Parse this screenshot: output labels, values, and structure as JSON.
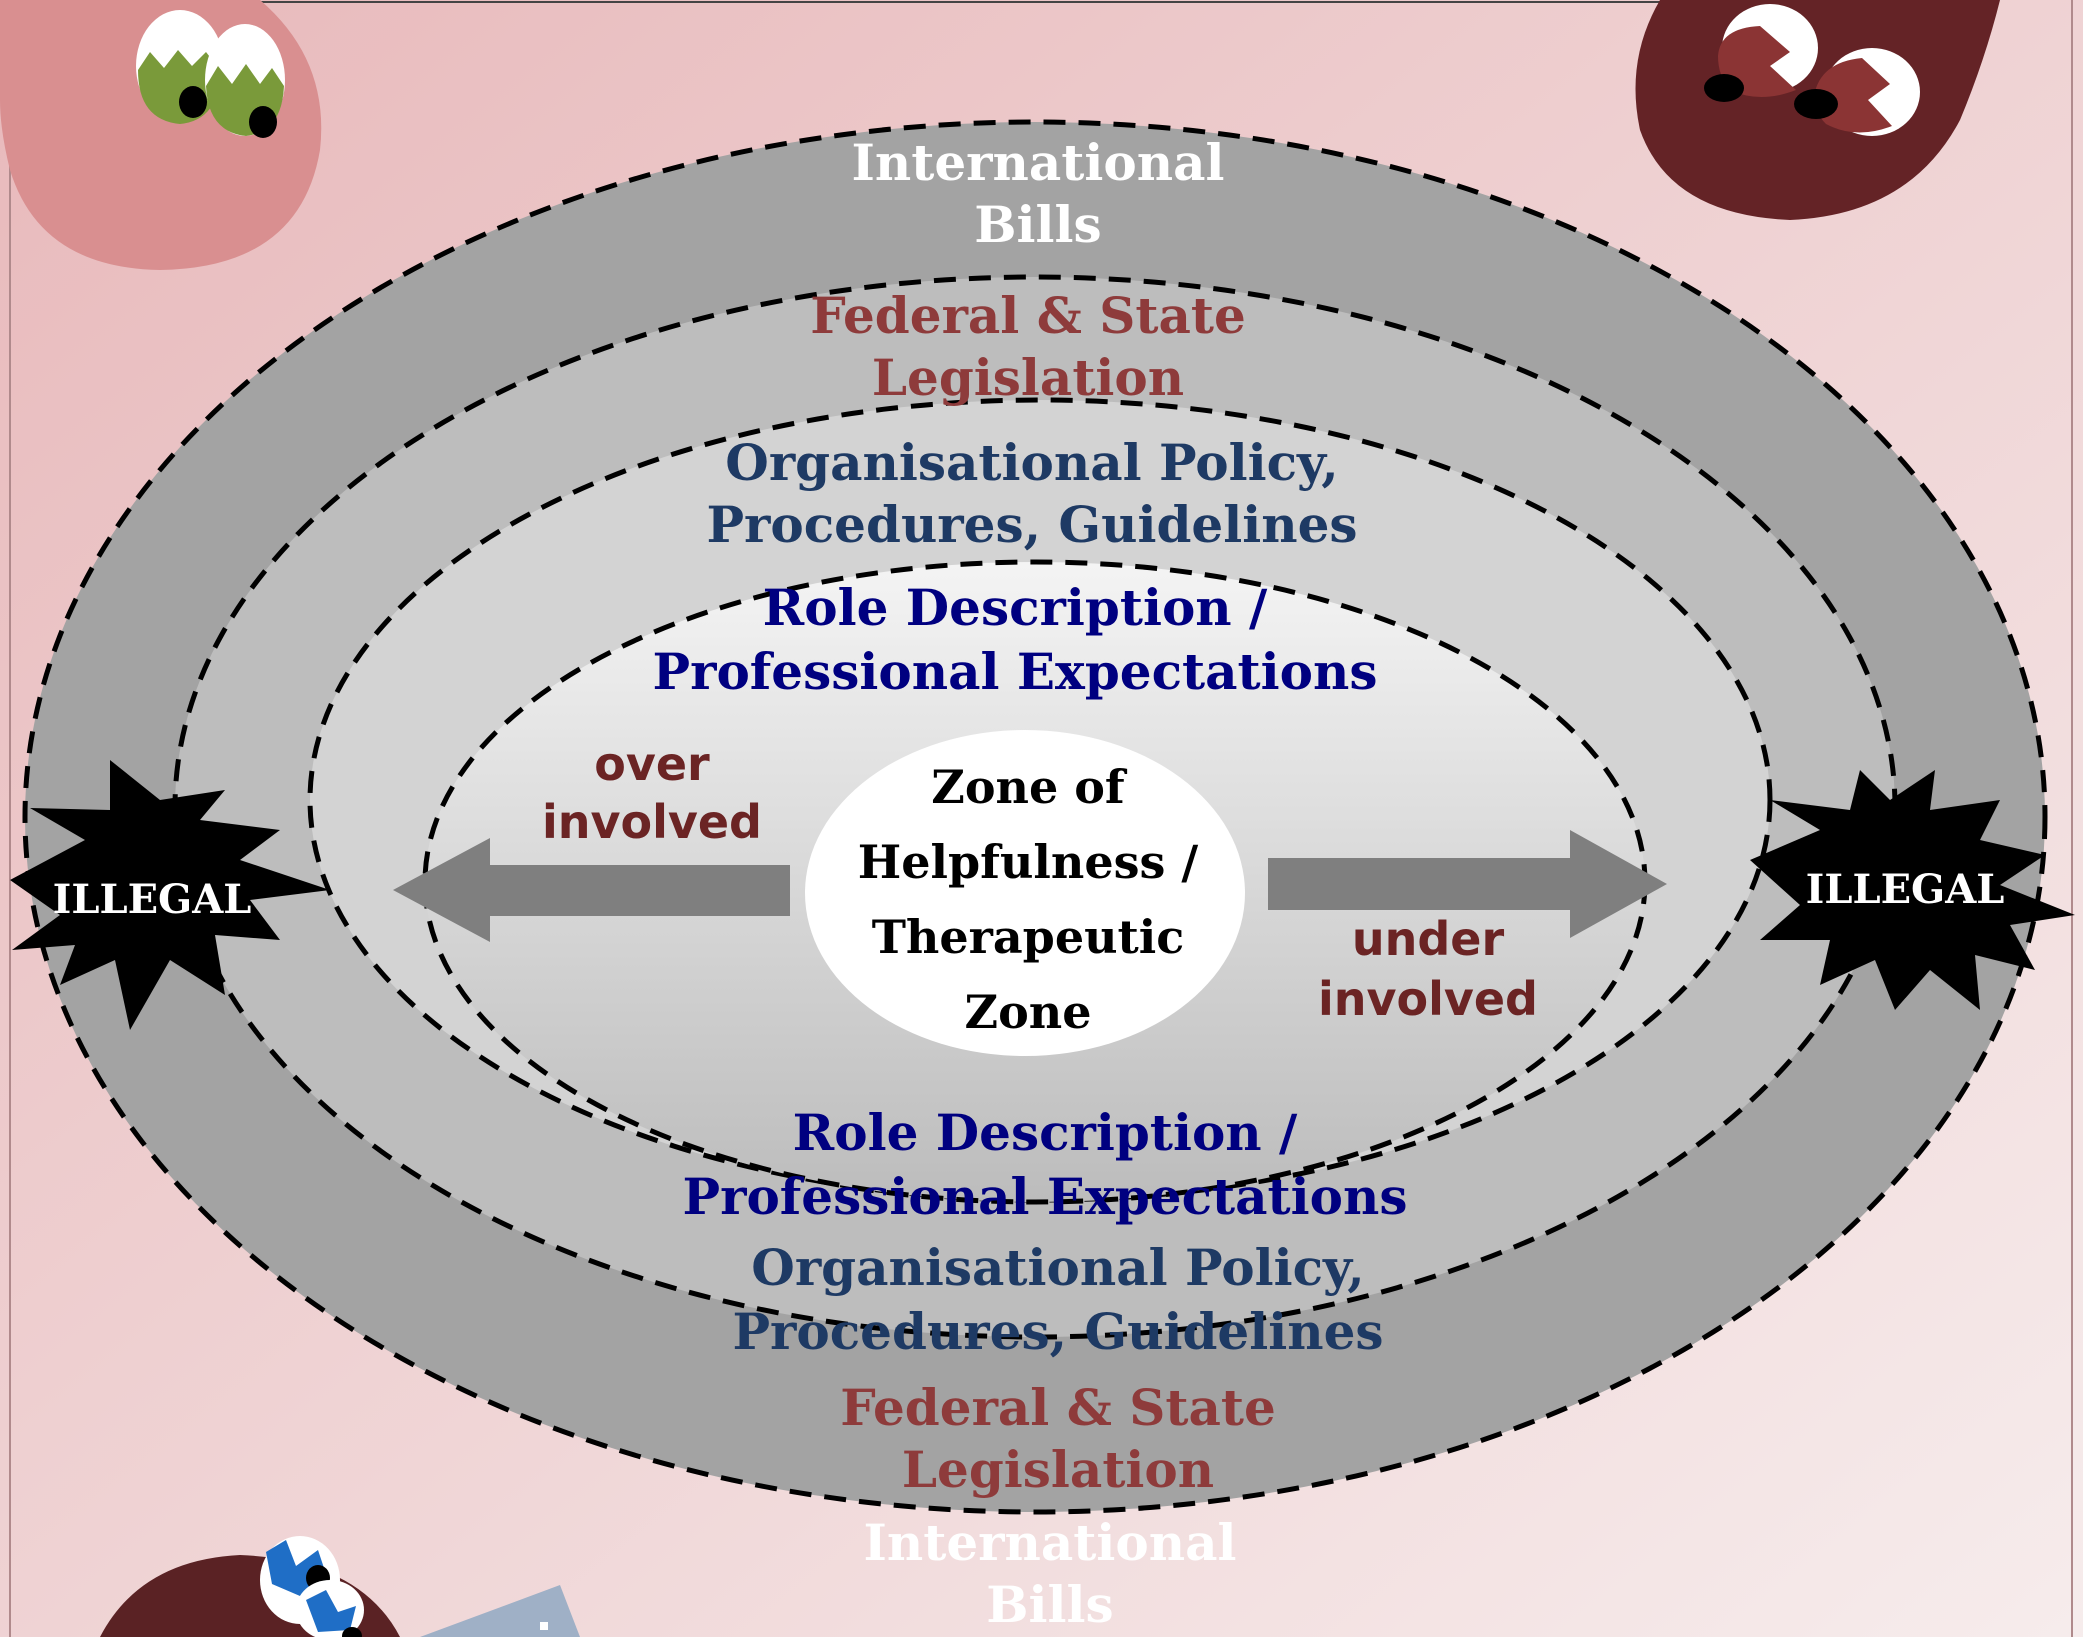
{
  "colors": {
    "background_start": "#e8b9bb",
    "background_end": "#f6ecec",
    "ring_outer": "#a3a3a3",
    "ring_second": "#bdbdbd",
    "ring_third": "#d3d3d3",
    "ring_inner_top": "#f4f4f4",
    "ring_inner_bottom": "#bcbcbc",
    "center": "#ffffff",
    "international_text": "#ffffff",
    "legislation_text": "#8e3b3b",
    "policy_text": "#1e3a64",
    "role_text": "#000080",
    "involvement_text": "#6b2424",
    "arrow": "#7f7f7f",
    "illegal_burst": "#000000",
    "illegal_text": "#ffffff"
  },
  "rings": {
    "international": {
      "top": "International\nBills",
      "bottom": "International\nBills"
    },
    "legislation": {
      "top": "Federal & State\nLegislation",
      "bottom": "Federal & State\nLegislation"
    },
    "policy": {
      "top": "Organisational Policy,\nProcedures, Guidelines",
      "bottom": "Organisational Policy,\nProcedures, Guidelines"
    },
    "role": {
      "top": "Role Description /\nProfessional Expectations",
      "bottom": "Role Description /\nProfessional Expectations"
    }
  },
  "center_zone": "Zone of\nHelpfulness /\nTherapeutic\nZone",
  "arrows": {
    "left_label": "over\ninvolved",
    "right_label": "under\ninvolved"
  },
  "bursts": {
    "left": "ILLEGAL",
    "right": "ILLEGAL"
  },
  "characters": [
    {
      "name": "pink-blob-character",
      "eye_color": "#7a9a3a",
      "body_color": "#d98f90"
    },
    {
      "name": "maroon-blob-character",
      "eye_color": "#8b3434",
      "body_color": "#642326"
    },
    {
      "name": "blue-eyed-character",
      "eye_color": "#1f6ec6",
      "body_color": "#5a2224"
    }
  ]
}
